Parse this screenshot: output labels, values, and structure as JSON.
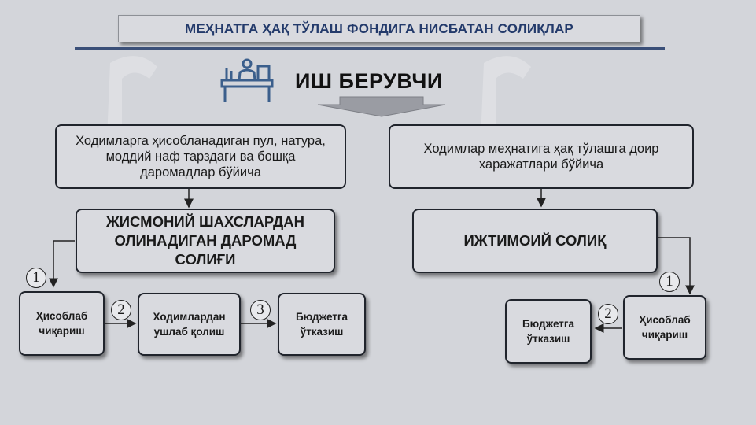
{
  "title": "МЕҲНАТГА ҲАҚ ТЎЛАШ ФОНДИГА НИСБАТАН СОЛИҚЛАР",
  "employer": "ИШ БЕРУВЧИ",
  "left": {
    "basis": "Ходимларга ҳисобланадиган пул, натура, моддий наф тарздаги ва бошқа даромадлар бўйича",
    "tax": "ЖИСМОНИЙ ШАХСЛАРДАН ОЛИНАДИГАН ДАРОМАД СОЛИҒИ",
    "steps": [
      {
        "num": "1",
        "label": "Ҳисоблаб чиқариш"
      },
      {
        "num": "2",
        "label": "Ходимлардан ушлаб қолиш"
      },
      {
        "num": "3",
        "label": "Бюджетга ўтказиш"
      }
    ]
  },
  "right": {
    "basis": "Ходимлар меҳнатига ҳақ тўлашга доир харажатлари бўйича",
    "tax": "ИЖТИМОИЙ СОЛИҚ",
    "steps": [
      {
        "num": "1",
        "label": "Ҳисоблаб чиқариш"
      },
      {
        "num": "2",
        "label": "Бюджетга ўтказиш"
      }
    ]
  },
  "colors": {
    "background": "#d3d5da",
    "title_text": "#233a6b",
    "icon_blue": "#3b5f8c",
    "arrow_gray": "#9a9ca3"
  }
}
